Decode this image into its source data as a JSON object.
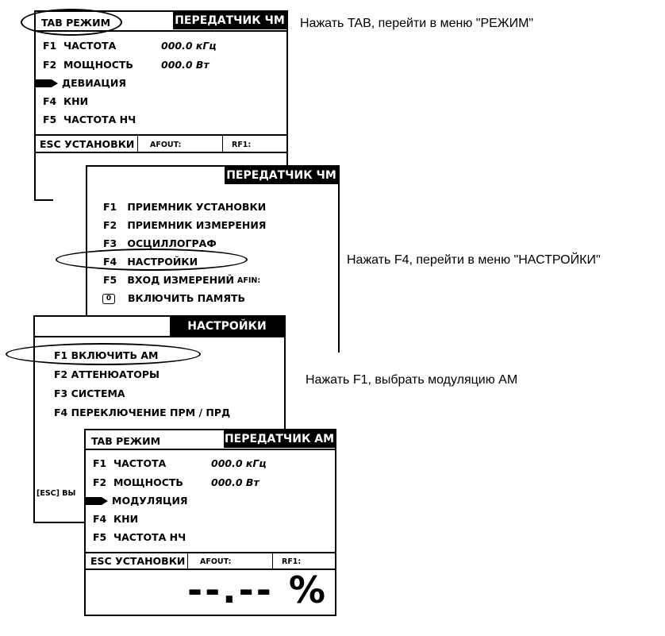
{
  "screen1": {
    "tab_label": "TAB РЕЖИМ",
    "header": "ПЕРЕДАТЧИК ЧМ",
    "rows": [
      {
        "key": "F1",
        "label": "ЧАСТОТА",
        "value": "000.0 кГц"
      },
      {
        "key": "F2",
        "label": "МОЩНОСТЬ",
        "value": "000.0 Вт"
      },
      {
        "key": "",
        "label": "ДЕВИАЦИЯ",
        "value": ""
      },
      {
        "key": "F4",
        "label": "КНИ",
        "value": ""
      },
      {
        "key": "F5",
        "label": "ЧАСТОТА НЧ",
        "value": ""
      }
    ],
    "footer": {
      "esc": "ESC УСТАНОВКИ",
      "afout": "AFOUT:",
      "rf1": "RF1:"
    }
  },
  "screen2": {
    "header": "ПЕРЕДАТЧИК ЧМ",
    "rows": [
      {
        "key": "F1",
        "label": "ПРИЕМНИК УСТАНОВКИ"
      },
      {
        "key": "F2",
        "label": "ПРИЕМНИК ИЗМЕРЕНИЯ"
      },
      {
        "key": "F3",
        "label": "ОСЦИЛЛОГРАФ"
      },
      {
        "key": "F4",
        "label": "НАСТРОЙКИ"
      },
      {
        "key": "F5",
        "label": "ВХОД ИЗМЕРЕНИЙ",
        "extra": "AFIN:"
      },
      {
        "key": "0",
        "label": "ВКЛЮЧИТЬ ПАМЯТЬ"
      }
    ]
  },
  "screen3": {
    "header": "НАСТРОЙКИ",
    "rows": [
      {
        "key": "F1",
        "label": "ВКЛЮЧИТЬ АМ"
      },
      {
        "key": "F2",
        "label": "АТТЕНЮАТОРЫ"
      },
      {
        "key": "F3",
        "label": "СИСТЕМА"
      },
      {
        "key": "F4",
        "label": "ПЕРЕКЛЮЧЕНИЕ ПРМ / ПРД"
      }
    ],
    "partial_footer": "[ESC] ВЫ"
  },
  "screen4": {
    "tab_label": "TAB РЕЖИМ",
    "header": "ПЕРЕДАТЧИК АМ",
    "rows": [
      {
        "key": "F1",
        "label": "ЧАСТОТА",
        "value": "000.0 кГц"
      },
      {
        "key": "F2",
        "label": "МОЩНОСТЬ",
        "value": "000.0 Вт"
      },
      {
        "key": "",
        "label": "МОДУЛЯЦИЯ",
        "value": ""
      },
      {
        "key": "F4",
        "label": "КНИ",
        "value": ""
      },
      {
        "key": "F5",
        "label": "ЧАСТОТА НЧ",
        "value": ""
      }
    ],
    "footer": {
      "esc": "ESC УСТАНОВКИ",
      "afout": "AFOUT:",
      "rf1": "RF1:"
    },
    "readout": "--.-- %"
  },
  "notes": {
    "step1": "Нажать TAB, перейти в меню \"РЕЖИМ\"",
    "step2": "Нажать F4, перейти в меню \"НАСТРОЙКИ\"",
    "step3": "Нажать F1, выбрать модуляцию АМ"
  }
}
